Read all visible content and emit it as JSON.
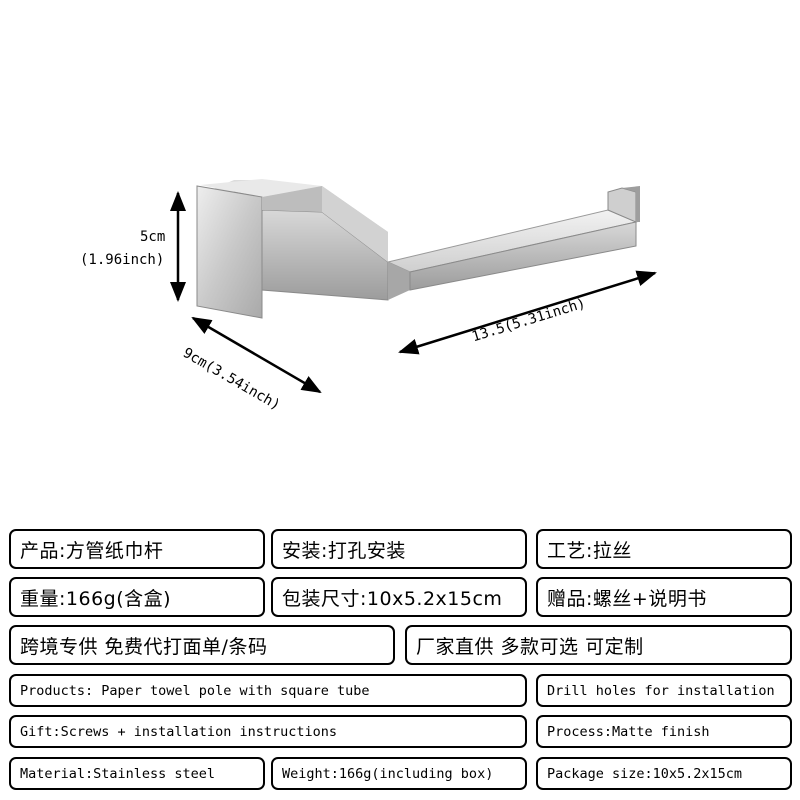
{
  "dimensions": {
    "height": "5cm",
    "height_inch": "(1.96inch)",
    "depth": "9cm(3.54inch)",
    "length": "13.5(5.31inch)"
  },
  "specs": {
    "product_cn": "产品:方管纸巾杆",
    "install_cn": "安装:打孔安装",
    "craft_cn": "工艺:拉丝",
    "weight_cn": "重量:166g(含盒)",
    "package_cn": "包装尺寸:10x5.2x15cm",
    "gift_cn": "赠品:螺丝+说明书",
    "crossborder_cn": "跨境专供 免费代打面单/条码",
    "factory_cn": "厂家直供 多款可选 可定制",
    "products_en": "Products: Paper towel pole with square tube",
    "drill_en": "Drill holes for installation",
    "gift_en": "Gift:Screws + installation instructions",
    "process_en": "Process:Matte finish",
    "material_en": "Material:Stainless steel",
    "weight_en": "Weight:166g(including box)",
    "package_en": "Package size:10x5.2x15cm"
  }
}
